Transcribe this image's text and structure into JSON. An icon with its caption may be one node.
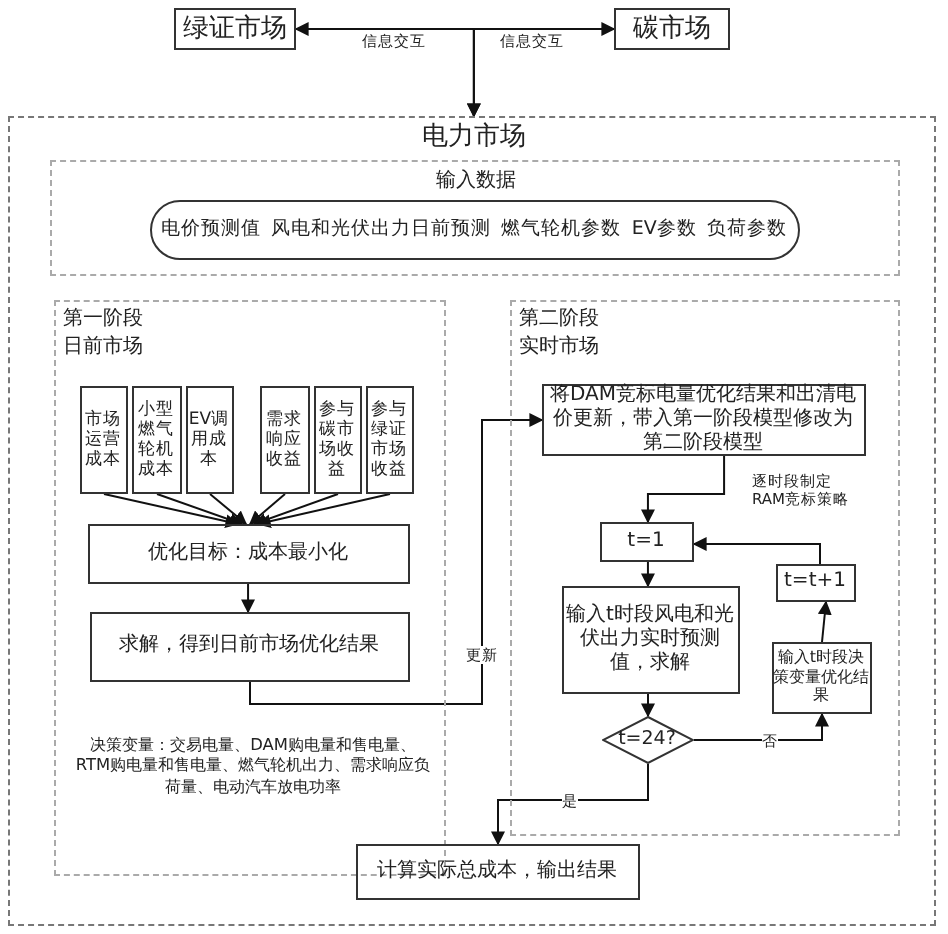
{
  "diagram": {
    "nodes": [
      {
        "text": [
          "绿证市场"
        ]
      },
      {
        "text": [
          "碳市场"
        ]
      },
      {
        "text": [
          "电力市场"
        ]
      },
      {
        "text": [
          "输入数据"
        ],
        "in": 2
      },
      {
        "text": [
          "电价预测值",
          "风电和光伏出力日前预测",
          "燃气轮机参数",
          "EV参数",
          "负荷参数"
        ],
        "in": 3
      },
      {
        "text": [
          "第一阶段",
          "日前市场",
          "决策变量：交易电量、DAM购电量和售电量、RTM购电量和售电量、燃气轮机出力、需求响应负荷量、电动汽车放电功率"
        ],
        "in": 2
      },
      {
        "text": [
          "市场运营成本"
        ],
        "in": 5
      },
      {
        "text": [
          "小型燃气轮机成本"
        ],
        "in": 5
      },
      {
        "text": [
          "EV调用成本"
        ],
        "in": 5
      },
      {
        "text": [
          "需求响应收益"
        ],
        "in": 5
      },
      {
        "text": [
          "参与碳市场收益"
        ],
        "in": 5
      },
      {
        "text": [
          "参与绿证市场收益"
        ],
        "in": 5
      },
      {
        "text": [
          "优化目标：成本最小化"
        ],
        "in": 5
      },
      {
        "text": [
          "求解，得到日前市场优化结果"
        ],
        "in": 5
      },
      {
        "text": [
          "第二阶段",
          "实时市场"
        ],
        "in": 2
      },
      {
        "text": [
          "将DAM竞标电量优化结果和出清电价更新，带入第一阶段模型修改为第二阶段模型"
        ],
        "in": 14
      },
      {
        "text": [
          "t=1"
        ],
        "in": 14
      },
      {
        "text": [
          "输入t时段风电和光伏出力实时预测值，求解"
        ],
        "in": 14
      },
      {
        "text": [
          "t=24?"
        ],
        "in": 14
      },
      {
        "text": [
          "t=t+1"
        ],
        "in": 14
      },
      {
        "text": [
          "输入t时段决策变量优化结果"
        ],
        "in": 14
      },
      {
        "text": [
          "计算实际总成本，输出结果"
        ],
        "in": 2
      }
    ],
    "edges": [
      {
        "from": 0,
        "to": 2,
        "arrow": "both",
        "label": "信息交互"
      },
      {
        "from": 1,
        "to": 2,
        "arrow": "both",
        "label": "信息交互"
      },
      {
        "from": 6,
        "to": 12,
        "arrow": "to"
      },
      {
        "from": 7,
        "to": 12,
        "arrow": "to"
      },
      {
        "from": 8,
        "to": 12,
        "arrow": "to"
      },
      {
        "from": 9,
        "to": 12,
        "arrow": "to"
      },
      {
        "from": 10,
        "to": 12,
        "arrow": "to"
      },
      {
        "from": 11,
        "to": 12,
        "arrow": "to"
      },
      {
        "from": 12,
        "to": 13,
        "arrow": "to"
      },
      {
        "from": 13,
        "to": 15,
        "arrow": "to",
        "label": "更新"
      },
      {
        "from": 15,
        "to": 16,
        "arrow": "to",
        "label": "逐时段制定RAM竞标策略"
      },
      {
        "from": 16,
        "to": 17,
        "arrow": "to"
      },
      {
        "from": 17,
        "to": 18,
        "arrow": "to"
      },
      {
        "from": 18,
        "to": 20,
        "arrow": "to",
        "label": "否"
      },
      {
        "from": 20,
        "to": 19,
        "arrow": "to"
      },
      {
        "from": 19,
        "to": 16,
        "arrow": "to"
      },
      {
        "from": 18,
        "to": 21,
        "arrow": "to",
        "label": "是"
      }
    ]
  }
}
